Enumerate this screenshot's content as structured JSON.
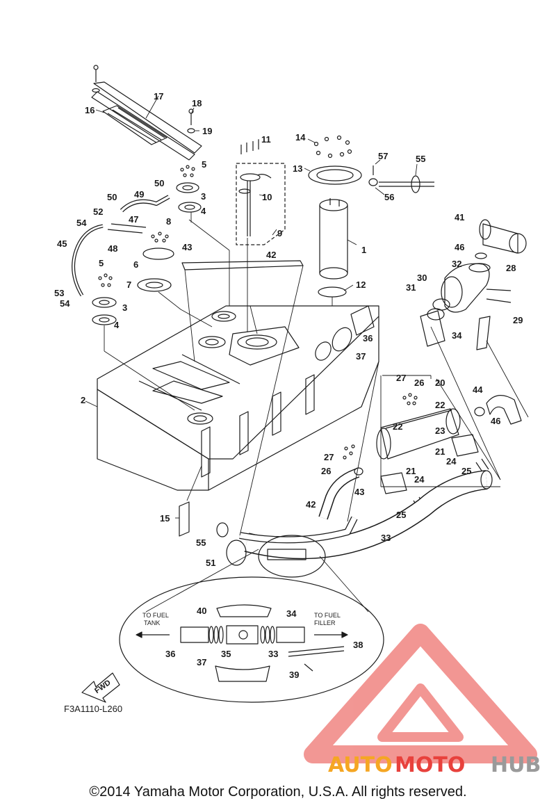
{
  "diagram_code": "F3A1110-L260",
  "fwd_label": "FWD",
  "copyright": "©2014 Yamaha Motor Corporation, U.S.A. All rights reserved.",
  "inset": {
    "left_label_line1": "TO FUEL",
    "left_label_line2": "TANK",
    "right_label_line1": "TO FUEL",
    "right_label_line2": "FILLER"
  },
  "watermark": {
    "part1": "AUTO",
    "part2": "MOTO",
    "part3": "HUB",
    "color_orange": "#f5a623",
    "color_red": "#e8413c",
    "color_gray": "#9a9a9a"
  },
  "callouts": {
    "c1": "1",
    "c2": "2",
    "c3a": "3",
    "c3b": "3",
    "c4a": "4",
    "c4b": "4",
    "c5a": "5",
    "c5b": "5",
    "c6": "6",
    "c7": "7",
    "c8": "8",
    "c9": "9",
    "c10": "10",
    "c11": "11",
    "c12": "12",
    "c13": "13",
    "c14": "14",
    "c15": "15",
    "c16": "16",
    "c17": "17",
    "c18": "18",
    "c19": "19",
    "c20": "20",
    "c21a": "21",
    "c21b": "21",
    "c22a": "22",
    "c22b": "22",
    "c23": "23",
    "c24a": "24",
    "c24b": "24",
    "c25a": "25",
    "c25b": "25",
    "c26a": "26",
    "c26b": "26",
    "c27a": "27",
    "c27b": "27",
    "c28": "28",
    "c29": "29",
    "c30": "30",
    "c31": "31",
    "c32": "32",
    "c33a": "33",
    "c33b": "33",
    "c34a": "34",
    "c34b": "34",
    "c35": "35",
    "c36a": "36",
    "c36b": "36",
    "c37a": "37",
    "c37b": "37",
    "c38": "38",
    "c39": "39",
    "c40": "40",
    "c41": "41",
    "c42a": "42",
    "c42b": "42",
    "c43a": "43",
    "c43b": "43",
    "c44": "44",
    "c45": "45",
    "c46a": "46",
    "c46b": "46",
    "c47": "47",
    "c48": "48",
    "c49": "49",
    "c50a": "50",
    "c50b": "50",
    "c51": "51",
    "c52": "52",
    "c53": "53",
    "c54a": "54",
    "c54b": "54",
    "c55a": "55",
    "c55b": "55",
    "c56": "56",
    "c57": "57"
  }
}
